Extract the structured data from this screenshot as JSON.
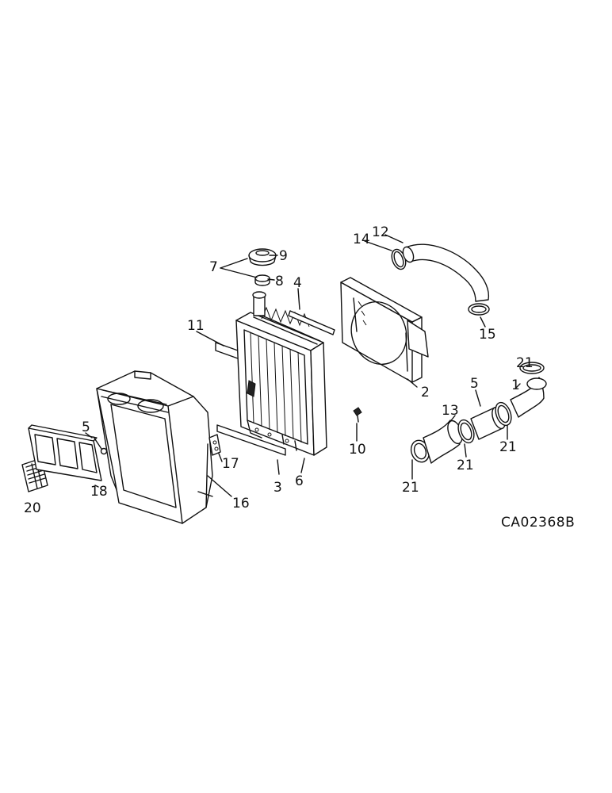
{
  "diagram": {
    "drawing_code": "CA02368B",
    "callouts": [
      "1",
      "2",
      "3",
      "4",
      "5",
      "5",
      "6",
      "7",
      "8",
      "9",
      "10",
      "11",
      "12",
      "13",
      "14",
      "15",
      "16",
      "17",
      "18",
      "20",
      "21",
      "21",
      "21",
      "21"
    ]
  }
}
